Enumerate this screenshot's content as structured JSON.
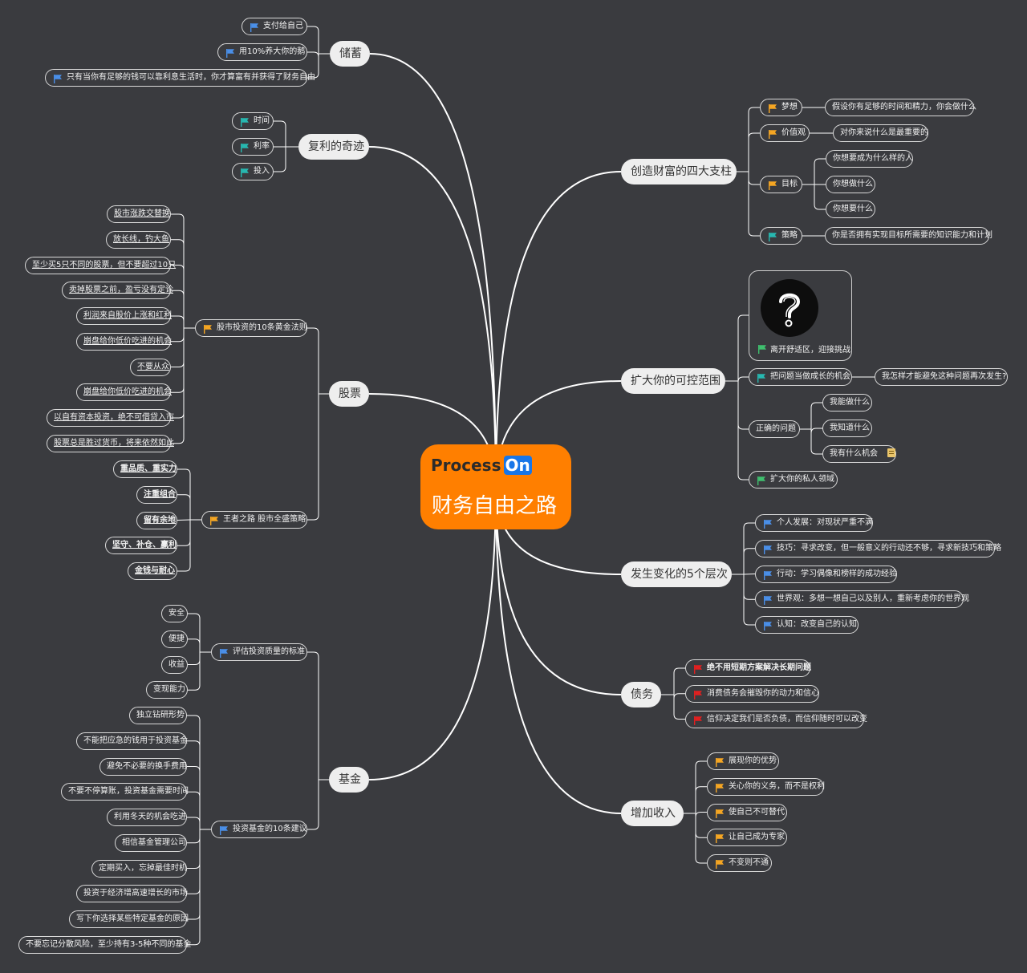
{
  "app": {
    "logo_text": "Process",
    "logo_badge": "On"
  },
  "center": {
    "title": "财务自由之路"
  },
  "colors": {
    "blue": "#4a8fe8",
    "orange": "#f5a623",
    "teal": "#27b8b0",
    "green": "#3fbf6e",
    "red": "#e02020",
    "center": "#ff7f00"
  },
  "branches": [
    {
      "label": "储蓄",
      "children": [
        {
          "label": "支付给自己",
          "flag": "blue"
        },
        {
          "label": "用10%养大你的鹅",
          "flag": "blue"
        },
        {
          "label": "只有当你有足够的钱可以靠利息生活时，你才算富有并获得了财务自由",
          "flag": "blue"
        }
      ]
    },
    {
      "label": "复利的奇迹",
      "children": [
        {
          "label": "时间",
          "flag": "teal"
        },
        {
          "label": "利率",
          "flag": "teal"
        },
        {
          "label": "投入",
          "flag": "teal"
        }
      ]
    },
    {
      "label": "股票",
      "children": [
        {
          "label": "股市投资的10条黄金法则",
          "flag": "orange",
          "children": [
            {
              "label": "股市涨跌交替换"
            },
            {
              "label": "放长线，钓大鱼"
            },
            {
              "label": "至少买5只不同的股票，但不要超过10只"
            },
            {
              "label": "卖掉股票之前，盈亏没有定论"
            },
            {
              "label": "利润来自股价上涨和红利"
            },
            {
              "label": "崩盘给你低价吃进的机会"
            },
            {
              "label": "不要从众"
            },
            {
              "label": "崩盘给你低价吃进的机会"
            },
            {
              "label": "以自有资本投资，绝不可借贷入市"
            },
            {
              "label": "股票总是胜过货币，将来依然如此"
            }
          ]
        },
        {
          "label": "王者之路 股市全盛策略",
          "flag": "orange",
          "children": [
            {
              "label": "重品质、重实力"
            },
            {
              "label": "注重组合"
            },
            {
              "label": "留有余地"
            },
            {
              "label": "坚守、补仓、赢利"
            },
            {
              "label": "金钱与耐心"
            }
          ]
        }
      ]
    },
    {
      "label": "基金",
      "children": [
        {
          "label": "评估投资质量的标准",
          "flag": "blue",
          "children": [
            {
              "label": "安全"
            },
            {
              "label": "便捷"
            },
            {
              "label": "收益"
            },
            {
              "label": "变现能力"
            }
          ]
        },
        {
          "label": "投资基金的10条建议",
          "flag": "blue",
          "children": [
            {
              "label": "独立钻研形势"
            },
            {
              "label": "不能把应急的钱用于投资基金"
            },
            {
              "label": "避免不必要的换手费用"
            },
            {
              "label": "不要不停算账，投资基金需要时间"
            },
            {
              "label": "利用冬天的机会吃进"
            },
            {
              "label": "相信基金管理公司"
            },
            {
              "label": "定期买入，忘掉最佳时机"
            },
            {
              "label": "投资于经济增高速增长的市场"
            },
            {
              "label": "写下你选择某些特定基金的原因"
            },
            {
              "label": "不要忘记分散风险，至少持有3-5种不同的基金"
            }
          ]
        }
      ]
    },
    {
      "label": "创造财富的四大支柱",
      "children": [
        {
          "label": "梦想",
          "flag": "orange",
          "children": [
            {
              "label": "假设你有足够的时间和精力，你会做什么"
            }
          ]
        },
        {
          "label": "价值观",
          "flag": "orange",
          "children": [
            {
              "label": "对你来说什么是最重要的"
            }
          ]
        },
        {
          "label": "目标",
          "flag": "orange",
          "children": [
            {
              "label": "你想要成为什么样的人"
            },
            {
              "label": "你想做什么"
            },
            {
              "label": "你想要什么"
            }
          ]
        },
        {
          "label": "策略",
          "flag": "teal",
          "children": [
            {
              "label": "你是否拥有实现目标所需要的知识能力和计划"
            }
          ]
        }
      ]
    },
    {
      "label": "扩大你的可控范围",
      "children": [
        {
          "label": "离开舒适区，迎接挑战",
          "flag": "green",
          "icon": "question-icon"
        },
        {
          "label": "把问题当做成长的机会",
          "flag": "teal",
          "children": [
            {
              "label": "我怎样才能避免这种问题再次发生?"
            }
          ]
        },
        {
          "label": "正确的问题",
          "children": [
            {
              "label": "我能做什么"
            },
            {
              "label": "我知道什么"
            },
            {
              "label": "我有什么机会",
              "icon": "note-icon"
            }
          ]
        },
        {
          "label": "扩大你的私人领域",
          "flag": "green"
        }
      ]
    },
    {
      "label": "发生变化的5个层次",
      "children": [
        {
          "label": "个人发展：对现状严重不满",
          "flag": "blue"
        },
        {
          "label": "技巧：寻求改变，但一般意义的行动还不够，寻求新技巧和策略",
          "flag": "blue"
        },
        {
          "label": "行动：学习偶像和榜样的成功经验",
          "flag": "blue"
        },
        {
          "label": "世界观：多想一想自己以及别人，重新考虑你的世界观",
          "flag": "blue"
        },
        {
          "label": "认知：改变自己的认知",
          "flag": "blue"
        }
      ]
    },
    {
      "label": "债务",
      "children": [
        {
          "label": "绝不用短期方案解决长期问题",
          "flag": "red"
        },
        {
          "label": "消费债务会摧毁你的动力和信心",
          "flag": "red"
        },
        {
          "label": "信仰决定我们是否负债，而信仰随时可以改变",
          "flag": "red"
        }
      ]
    },
    {
      "label": "增加收入",
      "children": [
        {
          "label": "展现你的优势",
          "flag": "orange"
        },
        {
          "label": "关心你的义务，而不是权利",
          "flag": "orange"
        },
        {
          "label": "使自己不可替代",
          "flag": "orange"
        },
        {
          "label": "让自己成为专家",
          "flag": "orange"
        },
        {
          "label": "不变则不通",
          "flag": "orange"
        }
      ]
    }
  ]
}
